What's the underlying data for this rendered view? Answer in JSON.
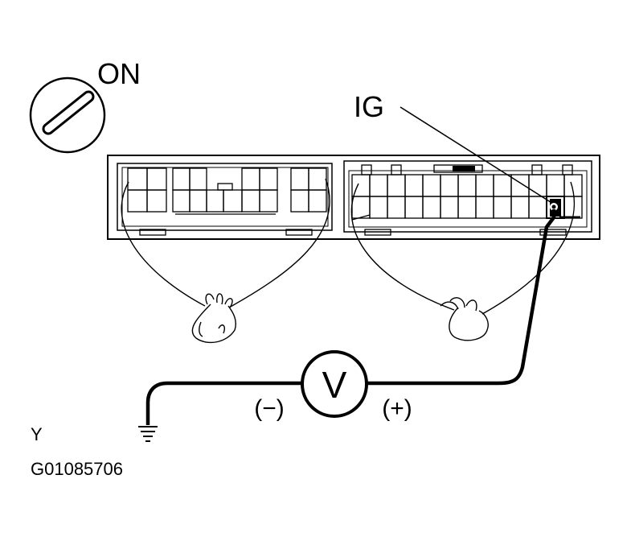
{
  "labels": {
    "ignition_state": "ON",
    "terminal": "IG",
    "meter_symbol": "V",
    "negative_lead": "(−)",
    "positive_lead": "(+)",
    "corner_letter": "Y",
    "figure_code": "G01085706"
  },
  "icons": {
    "ignition": "ignition-key-icon",
    "meter": "voltmeter-icon",
    "ground": "ground-icon"
  }
}
